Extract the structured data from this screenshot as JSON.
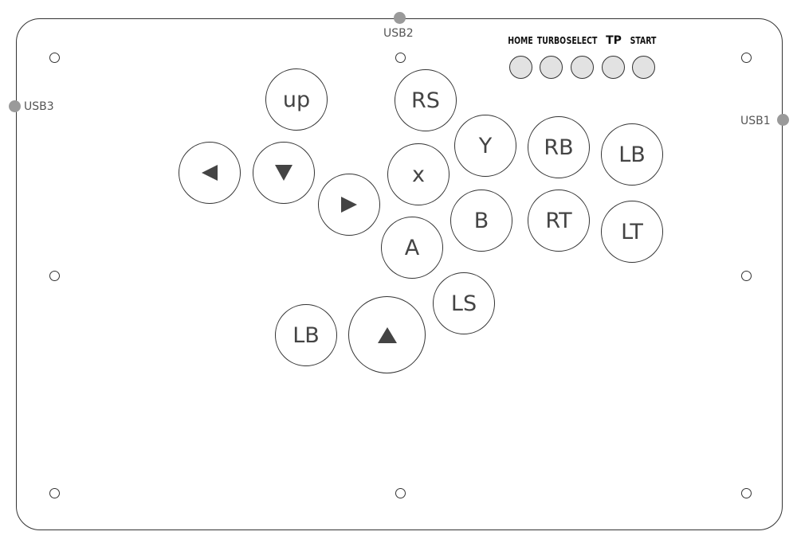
{
  "ports": {
    "usb1": "USB1",
    "usb2": "USB2",
    "usb3": "USB3"
  },
  "function_buttons": {
    "home": "HOME",
    "turbo": "TURBO",
    "select": "SELECT",
    "tp": "TP",
    "start": "START"
  },
  "buttons": {
    "up": "up",
    "rs": "RS",
    "y": "Y",
    "rb": "RB",
    "lb_right": "LB",
    "x": "x",
    "b": "B",
    "rt": "RT",
    "lt": "LT",
    "a": "A",
    "ls": "LS",
    "lb_bottom": "LB"
  },
  "icons": {
    "left": "left-triangle-icon",
    "down": "down-triangle-icon",
    "right": "right-triangle-icon",
    "thumb_up": "up-triangle-icon"
  },
  "colors": {
    "outline": "#333333",
    "button_text": "#444444",
    "function_fill": "#e2e2e2",
    "port": "#9a9a9a"
  }
}
